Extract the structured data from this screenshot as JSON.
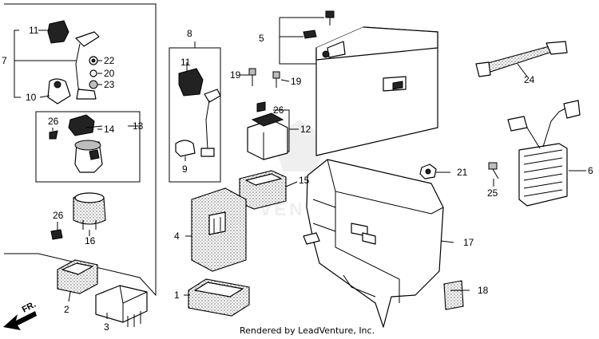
{
  "credit": "Rendered by LeadVenture, Inc.",
  "direction_label": "FR.",
  "callouts": [
    {
      "id": "c1",
      "label": "1"
    },
    {
      "id": "c2",
      "label": "2"
    },
    {
      "id": "c3",
      "label": "3"
    },
    {
      "id": "c4",
      "label": "4"
    },
    {
      "id": "c5",
      "label": "5"
    },
    {
      "id": "c6",
      "label": "6"
    },
    {
      "id": "c7",
      "label": "7"
    },
    {
      "id": "c8",
      "label": "8"
    },
    {
      "id": "c9",
      "label": "9"
    },
    {
      "id": "c10",
      "label": "10"
    },
    {
      "id": "c11a",
      "label": "11"
    },
    {
      "id": "c11b",
      "label": "11"
    },
    {
      "id": "c12",
      "label": "12"
    },
    {
      "id": "c13",
      "label": "13"
    },
    {
      "id": "c14",
      "label": "14"
    },
    {
      "id": "c15",
      "label": "15"
    },
    {
      "id": "c16",
      "label": "16"
    },
    {
      "id": "c17",
      "label": "17"
    },
    {
      "id": "c18",
      "label": "18"
    },
    {
      "id": "c19a",
      "label": "19"
    },
    {
      "id": "c19b",
      "label": "19"
    },
    {
      "id": "c20",
      "label": "20"
    },
    {
      "id": "c21",
      "label": "21"
    },
    {
      "id": "c22",
      "label": "22"
    },
    {
      "id": "c23",
      "label": "23"
    },
    {
      "id": "c24",
      "label": "24"
    },
    {
      "id": "c25",
      "label": "25"
    },
    {
      "id": "c26a",
      "label": "26"
    },
    {
      "id": "c26b",
      "label": "26"
    },
    {
      "id": "c26c",
      "label": "26"
    }
  ]
}
